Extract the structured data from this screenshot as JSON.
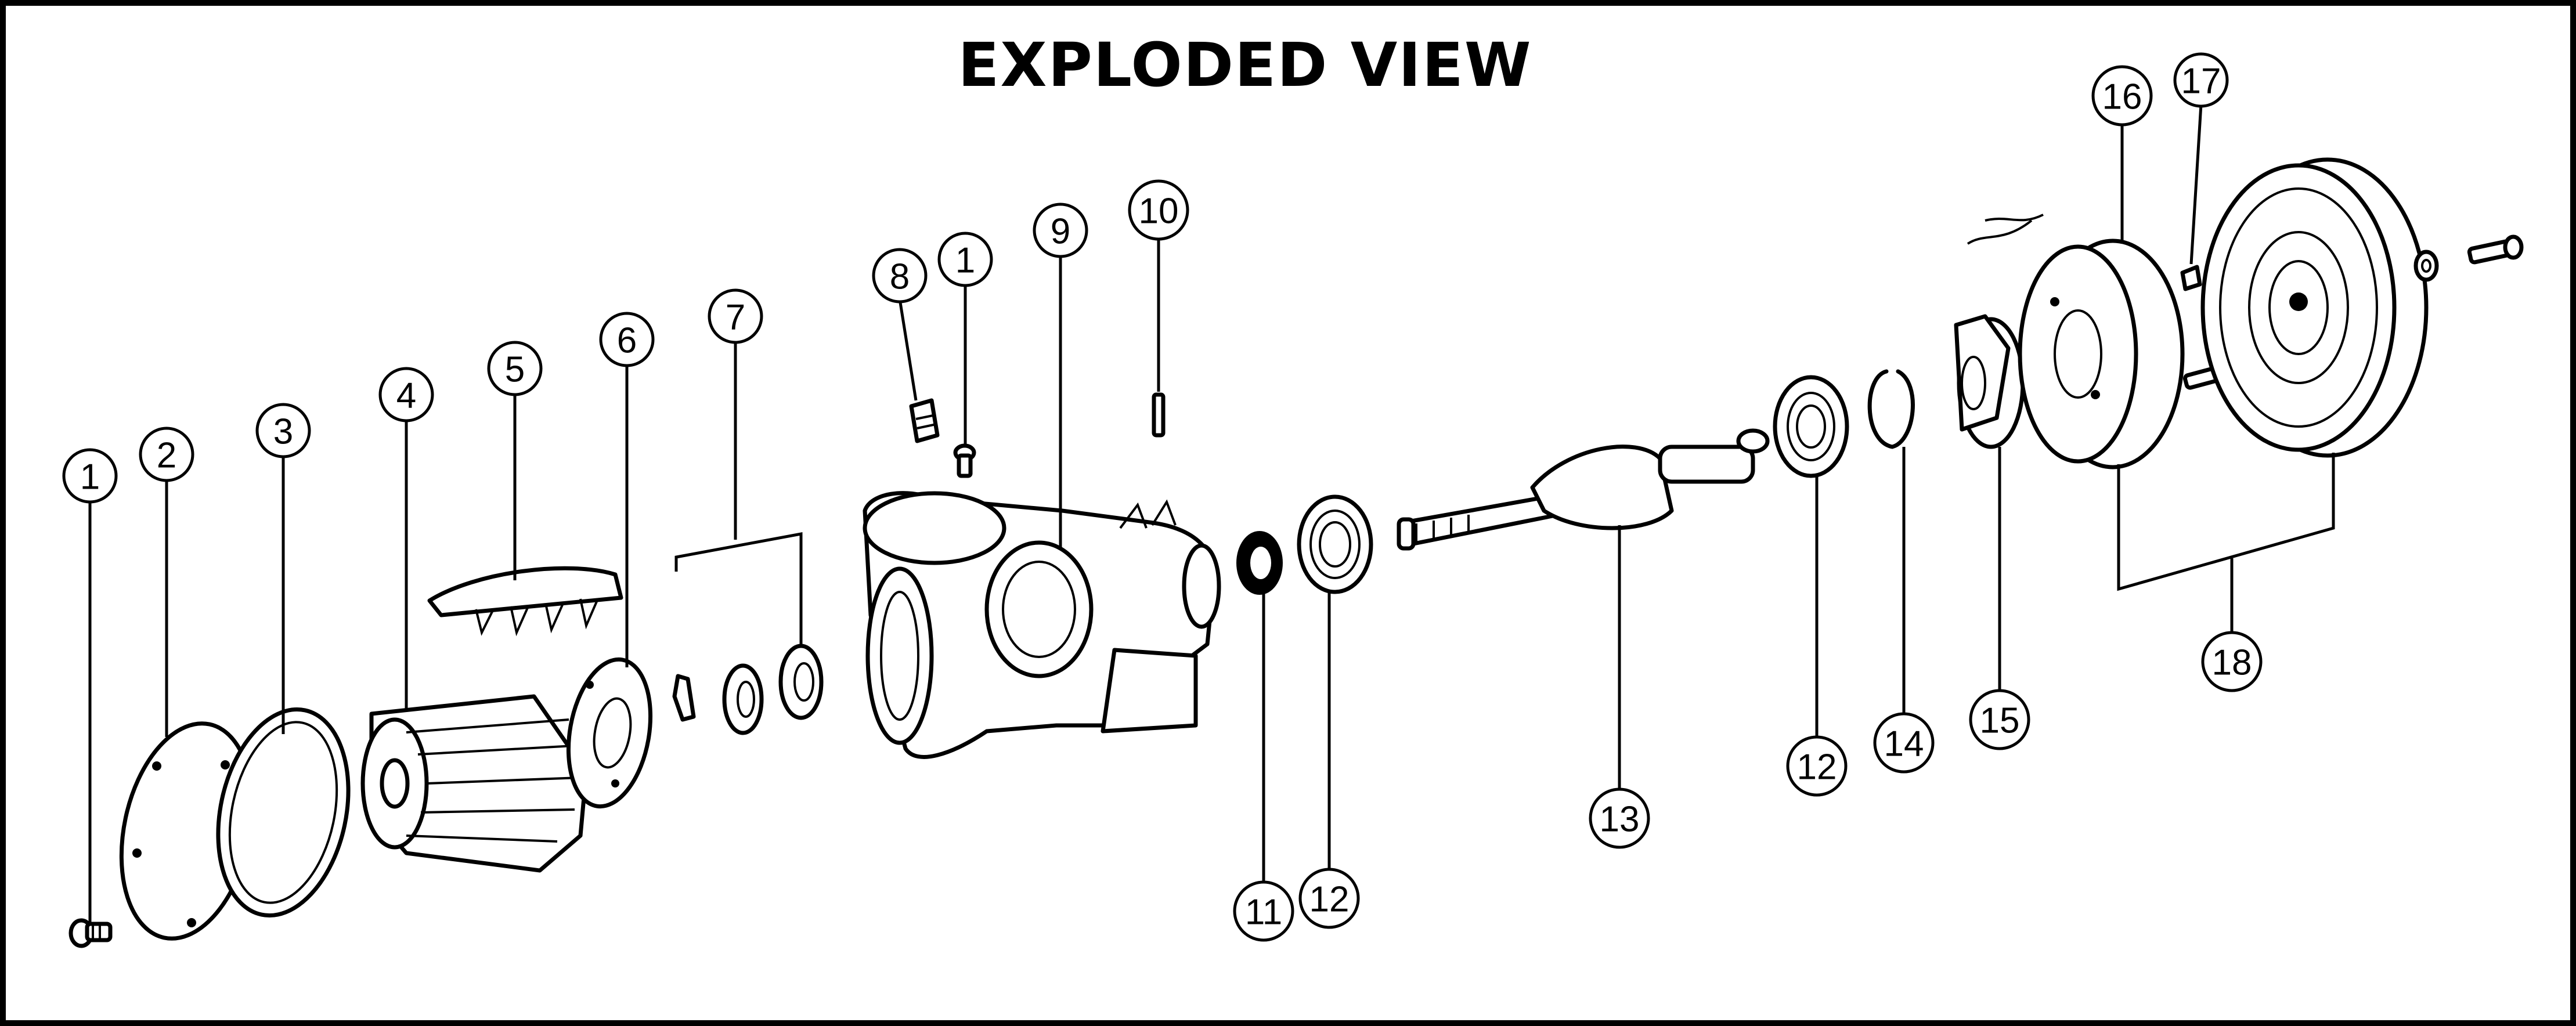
{
  "title": "EXPLODED VIEW",
  "callouts": [
    {
      "label": "1"
    },
    {
      "label": "2"
    },
    {
      "label": "3"
    },
    {
      "label": "4"
    },
    {
      "label": "5"
    },
    {
      "label": "6"
    },
    {
      "label": "7"
    },
    {
      "label": "8"
    },
    {
      "label": "1"
    },
    {
      "label": "9"
    },
    {
      "label": "10"
    },
    {
      "label": "11"
    },
    {
      "label": "12"
    },
    {
      "label": "13"
    },
    {
      "label": "12"
    },
    {
      "label": "14"
    },
    {
      "label": "15"
    },
    {
      "label": "16"
    },
    {
      "label": "17"
    },
    {
      "label": "18"
    }
  ]
}
